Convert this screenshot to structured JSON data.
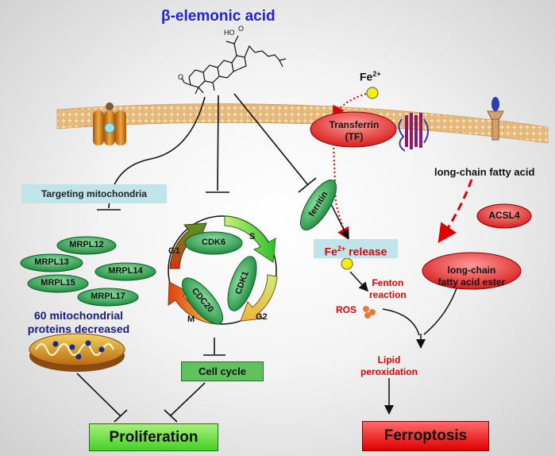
{
  "title": "β-elemonic acid",
  "iron": {
    "ion_base": "Fe",
    "ion_charge": "2+"
  },
  "transferrin": {
    "line1": "Transferrin",
    "line2": "(TF)"
  },
  "fatty": {
    "acid": "long-chain fatty acid",
    "enzyme": "ACSL4",
    "ester_line1": "long-chain",
    "ester_line2": "fatty acid ester"
  },
  "mito": {
    "targeting": "Targeting mitochondria",
    "proteins": [
      "MRPL12",
      "MRPL13",
      "MRPL14",
      "MRPL15",
      "MRPL17"
    ],
    "decreased_line1": "60 mitochondrial",
    "decreased_line2": "proteins decreased"
  },
  "molecule": {
    "label_oh": "HO",
    "label_o": "O"
  },
  "cell_cycle": {
    "cdks": [
      "CDK6",
      "CDK1",
      "CDC20"
    ],
    "phases": [
      "G1",
      "S",
      "G2",
      "M"
    ],
    "box": "Cell cycle"
  },
  "ferritin": "ferritin",
  "fe_release": {
    "prefix": "Fe",
    "charge": "2+",
    "suffix": " release"
  },
  "fenton": {
    "line1": "Fenton",
    "line2": "reaction"
  },
  "ros": "ROS",
  "lipid": {
    "line1": "Lipid",
    "line2": "peroxidation"
  },
  "outcomes": {
    "proliferation": "Proliferation",
    "ferroptosis": "Ferroptosis"
  },
  "colors": {
    "title": "#2222cc",
    "red_text": "#e00000",
    "green_pill": "#2fa85a",
    "red_pill": "#e53030",
    "panel_blue": "#bfe4ea"
  }
}
